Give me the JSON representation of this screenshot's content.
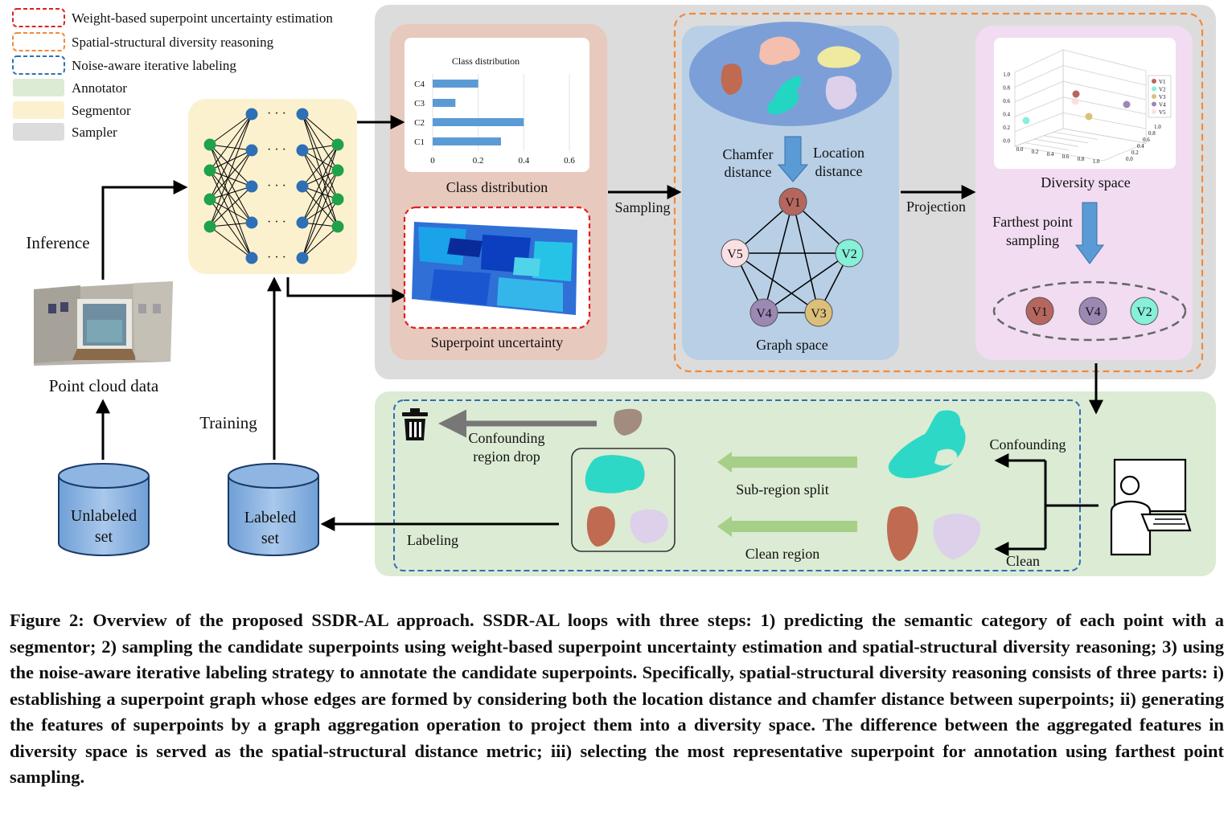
{
  "legend": {
    "uncertainty": "Weight-based superpoint uncertainty estimation",
    "diversity": "Spatial-structural diversity reasoning",
    "noise": "Noise-aware iterative labeling",
    "annotator": "Annotator",
    "segmentor": "Segmentor",
    "sampler": "Sampler"
  },
  "colors": {
    "uncertainty": "#e02020",
    "diversity": "#f08a3c",
    "noise": "#2e6fb5",
    "annotator": "#dcebd4",
    "segmentor": "#fbf1cf",
    "sampler": "#dcdcdc"
  },
  "labels": {
    "inference": "Inference",
    "training": "Training",
    "point_cloud": "Point cloud data",
    "unlabeled_1": "Unlabeled",
    "unlabeled_2": "set",
    "labeled_1": "Labeled",
    "labeled_2": "set",
    "class_distribution": "Class distribution",
    "superpoint_uncertainty": "Superpoint uncertainty",
    "sampling": "Sampling",
    "chamfer_1": "Chamfer",
    "chamfer_2": "distance",
    "location_1": "Location",
    "location_2": "distance",
    "graph_space": "Graph space",
    "projection": "Projection",
    "diversity_space": "Diversity space",
    "fps_1": "Farthest point",
    "fps_2": "sampling",
    "confounding_drop_1": "Confounding",
    "confounding_drop_2": "region drop",
    "subregion_split": "Sub-region split",
    "clean_region": "Clean region",
    "labeling": "Labeling",
    "confounding": "Confounding",
    "clean": "Clean"
  },
  "graph": {
    "nodes": [
      "V1",
      "V2",
      "V3",
      "V4",
      "V5"
    ],
    "selected": [
      "V1",
      "V4",
      "V2"
    ],
    "node_colors": {
      "V1": "#b5675e",
      "V2": "#86f0d8",
      "V3": "#dcc07a",
      "V4": "#9b88b3",
      "V5": "#fbe0e3"
    }
  },
  "scatter3d": {
    "legend": [
      "V1",
      "V2",
      "V3",
      "V4",
      "V5"
    ],
    "z_ticks": [
      "1.0",
      "0.8",
      "0.6",
      "0.4",
      "0.2",
      "0.0"
    ],
    "x_ticks": [
      "0.0",
      "0.2",
      "0.4",
      "0.6",
      "0.8",
      "1.0"
    ],
    "y_ticks": [
      "0.0",
      "0.2",
      "0.4",
      "0.6",
      "0.8",
      "1.0"
    ]
  },
  "chart_data": {
    "type": "bar",
    "title": "Class distribution",
    "categories": [
      "C4",
      "C3",
      "C2",
      "C1"
    ],
    "values": [
      0.2,
      0.1,
      0.4,
      0.3
    ],
    "xticks": [
      "0",
      "0.2",
      "0.4",
      "0.6"
    ],
    "xlim": [
      0,
      0.6
    ],
    "orientation": "horizontal",
    "color": "#5b9bd5"
  },
  "caption": "Figure 2: Overview of the proposed SSDR-AL approach. SSDR-AL loops with three steps: 1) predicting the semantic category of each point with a segmentor; 2) sampling the candidate superpoints using weight-based superpoint uncertainty estimation and spatial-structural diversity reasoning; 3) using the noise-aware iterative labeling strategy to annotate the candidate superpoints. Specifically, spatial-structural diversity reasoning consists of three parts: i) establishing a superpoint graph whose edges are formed by considering both the location distance and chamfer distance between superpoints; ii) generating the features of superpoints by a graph aggregation operation to project them into a diversity space. The difference between the aggregated features in diversity space is served as the spatial-structural distance metric; iii) selecting the most representative superpoint for annotation using farthest point sampling."
}
